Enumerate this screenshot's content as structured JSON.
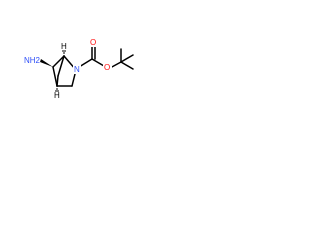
{
  "structure": {
    "amine_label": "NH2",
    "ring_nitrogen_label": "N",
    "carbonyl_oxygen_label": "O",
    "ester_oxygen_label": "O",
    "stereo_h_top_label": "H",
    "stereo_h_bottom_label": "H"
  },
  "colors": {
    "bond": "#000000",
    "nitrogen": "#3050F8",
    "oxygen": "#FF0D0D"
  }
}
